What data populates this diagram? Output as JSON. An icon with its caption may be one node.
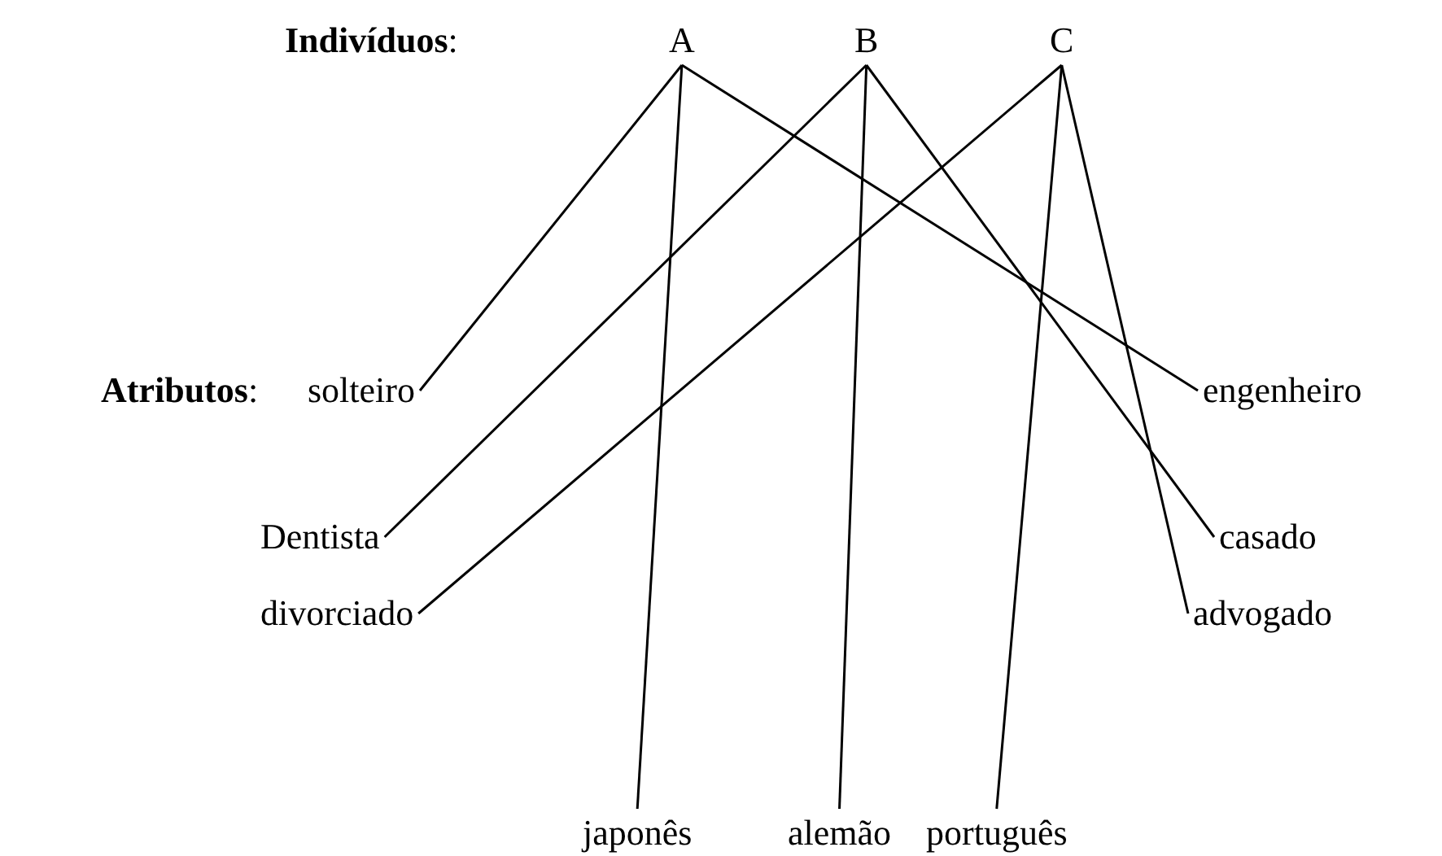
{
  "diagram": {
    "nodes": [
      {
        "text": [
          "A"
        ]
      },
      {
        "text": [
          "B"
        ]
      },
      {
        "text": [
          "C"
        ]
      },
      {
        "text": [
          "solteiro"
        ]
      },
      {
        "text": [
          "Dentista"
        ]
      },
      {
        "text": [
          "divorciado"
        ]
      },
      {
        "text": [
          "engenheiro"
        ]
      },
      {
        "text": [
          "casado"
        ]
      },
      {
        "text": [
          "advogado"
        ]
      },
      {
        "text": [
          "japonês"
        ]
      },
      {
        "text": [
          "alemão"
        ]
      },
      {
        "text": [
          "português"
        ]
      }
    ],
    "edges": [
      {
        "from": 0,
        "to": 3,
        "arrow": "none"
      },
      {
        "from": 0,
        "to": 9,
        "arrow": "none"
      },
      {
        "from": 0,
        "to": 6,
        "arrow": "none"
      },
      {
        "from": 1,
        "to": 4,
        "arrow": "none"
      },
      {
        "from": 1,
        "to": 10,
        "arrow": "none"
      },
      {
        "from": 1,
        "to": 7,
        "arrow": "none"
      },
      {
        "from": 2,
        "to": 5,
        "arrow": "none"
      },
      {
        "from": 2,
        "to": 11,
        "arrow": "none"
      },
      {
        "from": 2,
        "to": 8,
        "arrow": "none"
      }
    ],
    "labels": [
      "**Indivíduos**:",
      "**Atributos**:"
    ]
  }
}
